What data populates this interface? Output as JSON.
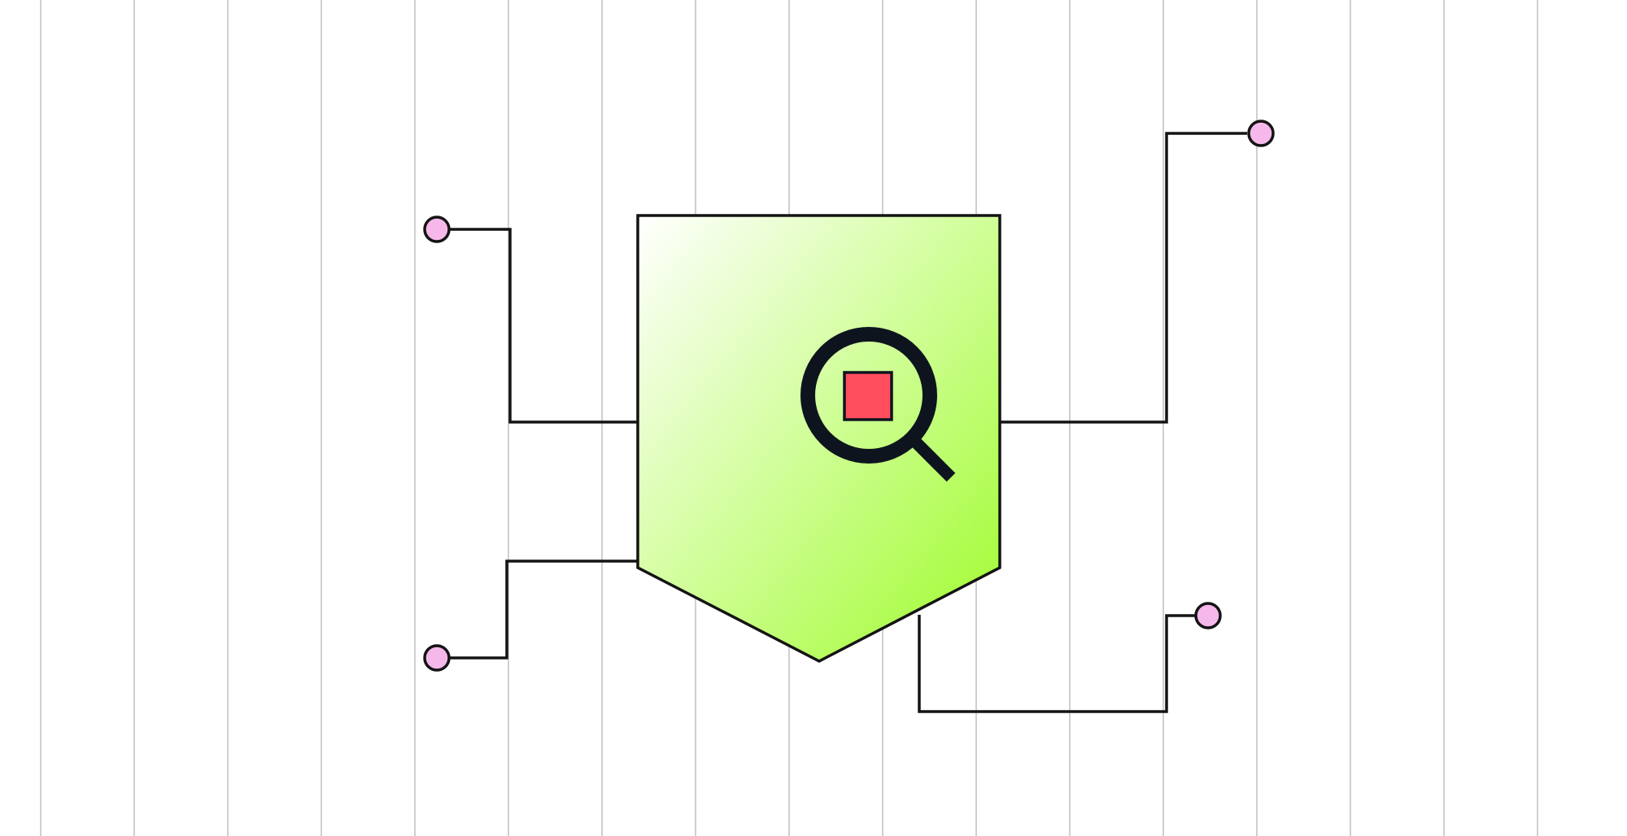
{
  "diagram": {
    "kind": "shield-with-connectors",
    "colors": {
      "background": "#ffffff",
      "grid_line": "#b5b5b5",
      "stroke": "#141414",
      "shield_gradient_start": "#ffffff",
      "shield_gradient_end": "#9ffc2c",
      "icon_stroke": "#0d141e",
      "target_square_fill": "#ff4d5e",
      "terminal_fill": "#f6b8ea"
    },
    "central_icon": {
      "name": "magnifying-glass-icon",
      "inner_shape": "square"
    },
    "connectors": [
      {
        "name": "connector-upper-left",
        "side": "left"
      },
      {
        "name": "connector-lower-left",
        "side": "left"
      },
      {
        "name": "connector-upper-right",
        "side": "right"
      },
      {
        "name": "connector-lower-right",
        "side": "bottom"
      }
    ],
    "terminal_count": 4
  }
}
